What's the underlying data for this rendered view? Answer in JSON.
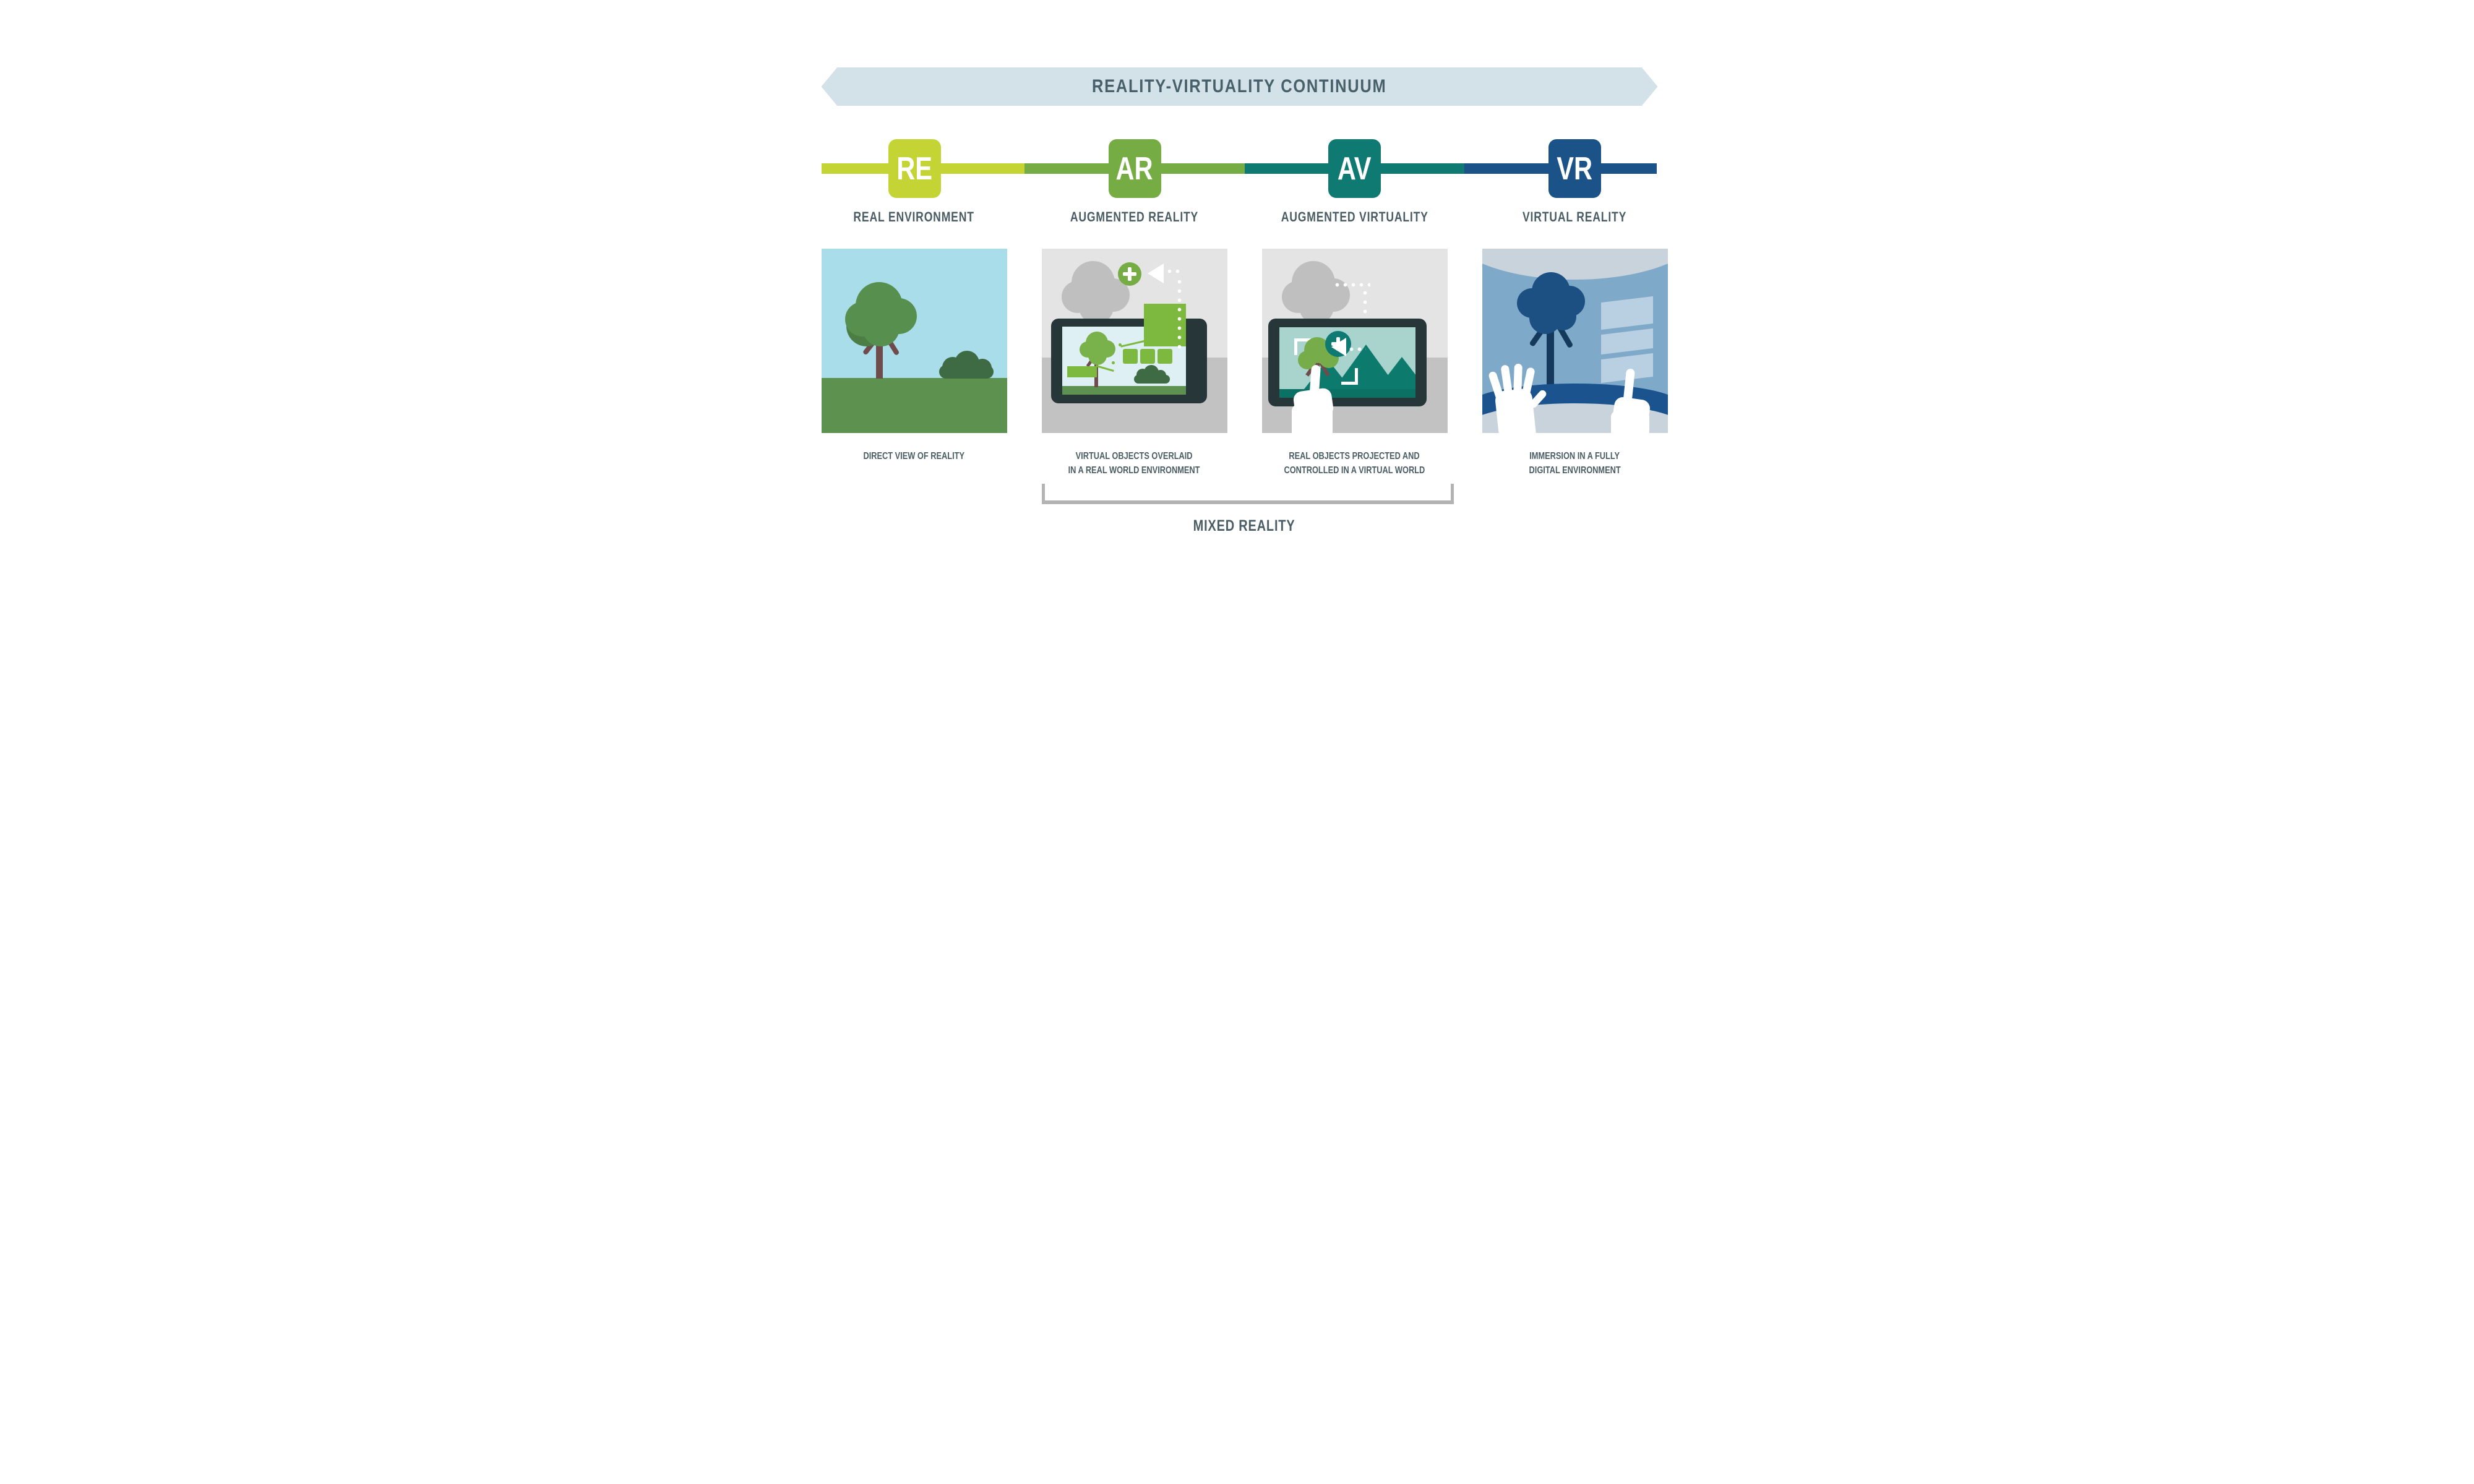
{
  "banner": {
    "title": "REALITY-VIRTUALITY CONTINUUM",
    "bg": "#d3e1e8",
    "text_color": "#48606a"
  },
  "continuum": {
    "stages": [
      {
        "abbr": "RE",
        "label": "REAL ENVIRONMENT",
        "color": "#c5d435",
        "caption_lines": [
          "DIRECT VIEW OF REALITY"
        ]
      },
      {
        "abbr": "AR",
        "label": "AUGMENTED REALITY",
        "color": "#76ac44",
        "caption_lines": [
          "VIRTUAL OBJECTS OVERLAID",
          "IN A REAL WORLD ENVIRONMENT"
        ]
      },
      {
        "abbr": "AV",
        "label": "AUGMENTED VIRTUALITY",
        "color": "#0e7a72",
        "caption_lines": [
          "REAL OBJECTS PROJECTED AND",
          "CONTROLLED IN A VIRTUAL WORLD"
        ]
      },
      {
        "abbr": "VR",
        "label": "VIRTUAL REALITY",
        "color": "#1b5287",
        "caption_lines": [
          "IMMERSION IN A FULLY",
          "DIGITAL ENVIRONMENT"
        ]
      }
    ]
  },
  "mixed_reality": {
    "label": "MIXED REALITY",
    "bracket_color": "#b3b3b3"
  },
  "icons": {
    "plus": "+",
    "back_arrow": "◀"
  }
}
